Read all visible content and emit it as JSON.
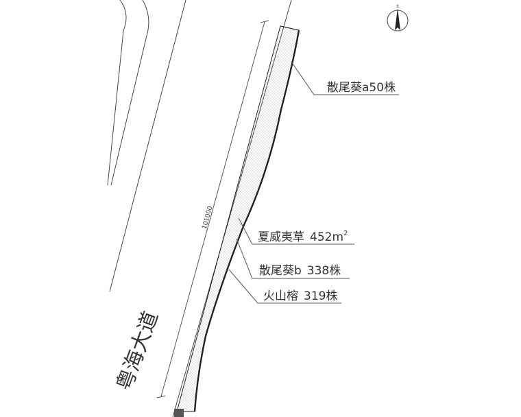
{
  "drawing": {
    "road_name": "粤海大道",
    "dimension": "101000",
    "north_label": "北"
  },
  "plant_labels": [
    {
      "name": "散尾葵a",
      "quantity": "50",
      "unit": "株"
    },
    {
      "name": "夏威夷草",
      "quantity": "452",
      "unit": "m",
      "superscript": "2"
    },
    {
      "name": "散尾葵b",
      "quantity": "338",
      "unit": "株"
    },
    {
      "name": "火山榕",
      "quantity": "319",
      "unit": "株"
    }
  ],
  "colors": {
    "line": "#444444",
    "strip_edge": "#222222",
    "hatch": "#8a8a8a",
    "text": "#333333"
  }
}
